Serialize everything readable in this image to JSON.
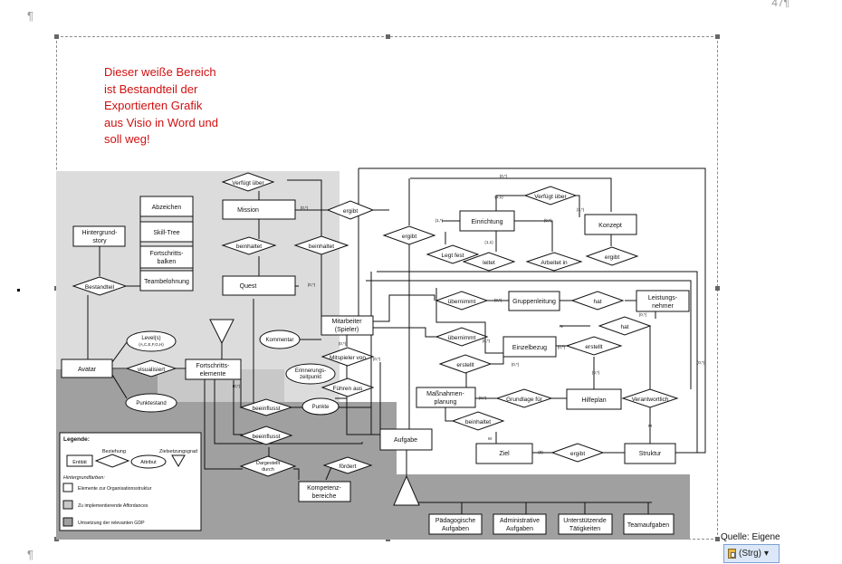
{
  "document": {
    "pilcrow": "¶",
    "page_number": "47¶",
    "source_caption": "Quelle: Eigene",
    "paste_options_label": "(Strg)",
    "paste_dropdown_glyph": "▾",
    "bullet": "•"
  },
  "annotation_note": [
    "Dieser weiße Bereich",
    "ist Bestandteil der",
    "Exportierten Grafik",
    "aus Visio in Word und",
    "soll weg!"
  ],
  "colors": {
    "note_text": "#d01010",
    "region_organisation": "#dcdcdc",
    "region_affordances": "#c8c8c8",
    "region_gdp": "#a0a0a0"
  },
  "diagram": {
    "entities": {
      "abzeichen": "Abzeichen",
      "skill_tree": "Skill-Tree",
      "fortschrittsbalken": [
        "Fortschritts-",
        "balken"
      ],
      "teambelohnung": "Teambelohnung",
      "hintergrundstory": [
        "Hintergrund-",
        "story"
      ],
      "mission": "Mission",
      "quest": "Quest",
      "avatar": "Avatar",
      "fortschrittselemente": [
        "Fortschritts-",
        "elemente"
      ],
      "mitarbeiter": [
        "Mitarbeiter",
        "(Spieler)"
      ],
      "aufgabe": "Aufgabe",
      "kompetenzbereiche": [
        "Kompetenz-",
        "bereiche"
      ],
      "einrichtung": "Einrichtung",
      "konzept": "Konzept",
      "gruppenleitung": "Gruppenleitung",
      "leistungsnehmer": [
        "Leistungs-",
        "nehmer"
      ],
      "einzelbezug": "Einzelbezug",
      "massnahmenplanung": [
        "Maßnahmen-",
        "planung"
      ],
      "hilfeplan": "Hilfeplan",
      "ziel": "Ziel",
      "struktur": "Struktur",
      "paedagogische_aufgaben": [
        "Pädagogische",
        "Aufgaben"
      ],
      "administrative_aufgaben": [
        "Administrative",
        "Aufgaben"
      ],
      "unterstuetzende_taetigkeiten": [
        "Unterstützende",
        "Tätigkeiten"
      ],
      "teamaufgaben": "Teamaufgaben"
    },
    "relationships": {
      "verfuegt_ueber_top": "Verfügt über",
      "ergibt_mission": "ergibt",
      "beinhaltet_mission": "beinhaltet",
      "beinhaltet_right": "beinhaltet",
      "bestandteil": "Bestandteil",
      "visualisiert": "visualisiert",
      "mitspieler_von": "Mitspieler von",
      "fuehren_aus": "Führen aus",
      "beeinflusst_1": "beeinflusst",
      "beeinflusst_2": "beeinflusst",
      "dargestellt_durch": [
        "Dargestellt",
        "durch"
      ],
      "foerdert": "fördert",
      "ergibt_einrichtung": "ergibt",
      "legt_fest": "Legt fest",
      "leitet": "leitet",
      "arbeitet_in": "Arbeitet in",
      "verfuegt_ueber_konzept": "Verfügt über",
      "ergibt_konzept": "ergibt",
      "uebernimmt_1": "übernimmt",
      "hat_1": "hat",
      "hat_2": "hat",
      "uebernimmt_2": "übernimmt",
      "erstellt_1": "erstellt",
      "erstellt_2": "erstellt",
      "grundlage_fuer": "Grundlage für",
      "verantwortlich": "Verantwortlich",
      "beinhaltet_ziel": "beinhaltet",
      "ergibt_ziel": "ergibt"
    },
    "attributes": {
      "levels": [
        "Level(s)",
        "(A,C,E,F,G,H)"
      ],
      "punktestand": "Punktestand",
      "kommentar": "Kommentar",
      "erinnerungszeitpunkt": [
        "Erinnerungs-",
        "zeitpunkt"
      ],
      "punkte": "Punkte"
    },
    "cardinalities": {
      "mission_ergibt": "(0,*)",
      "quest_right": "(0,*)",
      "mitspieler_left": "(0,*)",
      "mitspieler_right": "(0,*)",
      "fortschritt_down": "(0,*)",
      "top_right": "(0,*)",
      "einrichtung_left": "(1,*)",
      "einrichtung_top": "(1,1)",
      "einrichtung_right": "(0,*)",
      "einrichtung_down": "(1,1)",
      "konzept_left": "(1,*)",
      "uebernimmt_right": "(0,*)",
      "leistungsnehmer": "(0,*)",
      "einzelbezug_left": "(0,*)",
      "einzelbezug_right": "(0,*)",
      "erstellt_left": "(0,*)",
      "hilfeplan_top": "(0,*)",
      "grundlage_left": "(0,*)",
      "ziel_left": "(0)",
      "struktur_right": "(0,*)",
      "struktur_m": "M",
      "ziel_m": "M",
      "n_label": "N"
    },
    "legend": {
      "title": "Legende:",
      "beziehung": "Beziehung",
      "zielsetzung": "Zielsetzungsgrad",
      "entitaet": "Entität",
      "attribut": "Attribut",
      "background_title": "Hintergrundfarben:",
      "bg_organisation": "Elemente zur Organisationsstruktur",
      "bg_affordances": "Zu implementierende Affordances",
      "bg_gdp": "Umsetzung der relevanten GDP"
    }
  }
}
